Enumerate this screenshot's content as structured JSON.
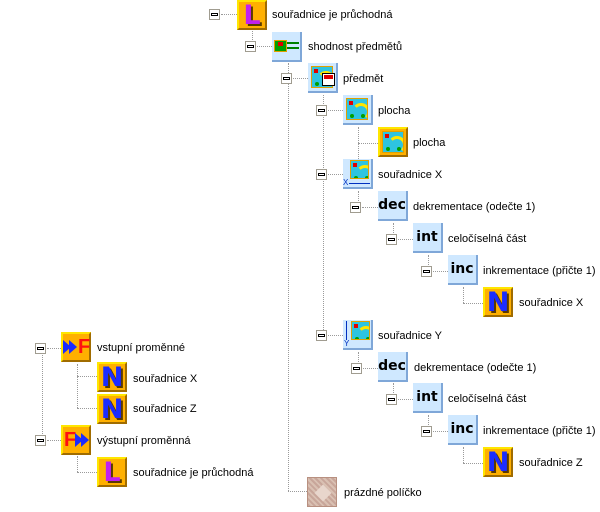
{
  "main_tree": {
    "root": {
      "label": "souřadnice je průchodná",
      "icon": "logical-variable-icon"
    },
    "equality": {
      "label": "shodnost předmětů",
      "icon": "object-equality-icon"
    },
    "object": {
      "label": "předmět",
      "icon": "object-on-map-icon"
    },
    "plane": {
      "label": "plocha",
      "icon": "plane-icon"
    },
    "plane_leaf": {
      "label": "plocha",
      "icon": "plane-variable-icon"
    },
    "coord_x": {
      "label": "souřadnice X",
      "icon": "x-coordinate-icon"
    },
    "dec_x": {
      "label": "dekrementace (odečte 1)",
      "keyword": "dec"
    },
    "int_x": {
      "label": "celočíselná část",
      "keyword": "int"
    },
    "inc_x": {
      "label": "inkrementace (přičte 1)",
      "keyword": "inc"
    },
    "n_x": {
      "label": "souřadnice X",
      "letter": "N"
    },
    "coord_y": {
      "label": "souřadnice Y",
      "icon": "y-coordinate-icon"
    },
    "dec_y": {
      "label": "dekrementace (odečte 1)",
      "keyword": "dec"
    },
    "int_y": {
      "label": "celočíselná část",
      "keyword": "int"
    },
    "inc_y": {
      "label": "inkrementace (přičte 1)",
      "keyword": "inc"
    },
    "n_z": {
      "label": "souřadnice Z",
      "letter": "N"
    },
    "empty": {
      "label": "prázdné políčko",
      "icon": "empty-cell-icon"
    },
    "root_letter": "L",
    "axis_x": "X",
    "axis_y": "Y"
  },
  "vars_tree": {
    "inputs": {
      "label": "vstupní proměnné",
      "icon": "input-variables-icon",
      "letter": "F"
    },
    "in_x": {
      "label": "souřadnice X",
      "letter": "N"
    },
    "in_z": {
      "label": "souřadnice Z",
      "letter": "N"
    },
    "outputs": {
      "label": "výstupní proměnná",
      "icon": "output-variables-icon",
      "letter": "F"
    },
    "out_l": {
      "label": "souřadnice je průchodná",
      "letter": "L"
    }
  },
  "colors": {
    "var_tile": "#ffb000",
    "func_tile": "#cfe8ff",
    "number_letter": "#1c2cff",
    "logical_letter": "#c020f0"
  }
}
